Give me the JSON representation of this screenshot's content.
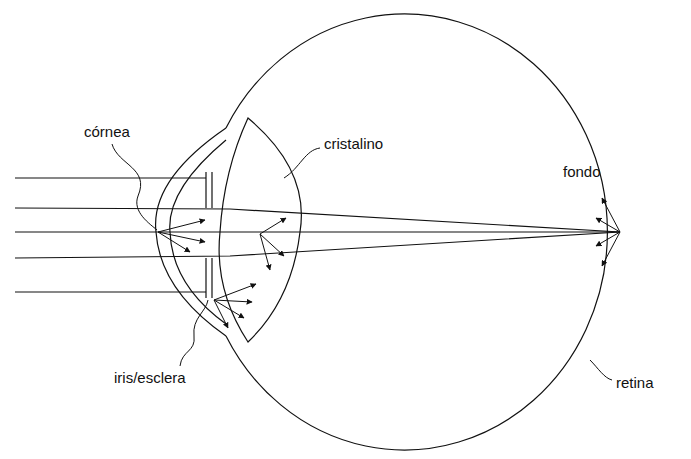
{
  "diagram": {
    "labels": [
      "córnea",
      "cristalino",
      "fondo",
      "iris/esclera",
      "retina"
    ]
  }
}
